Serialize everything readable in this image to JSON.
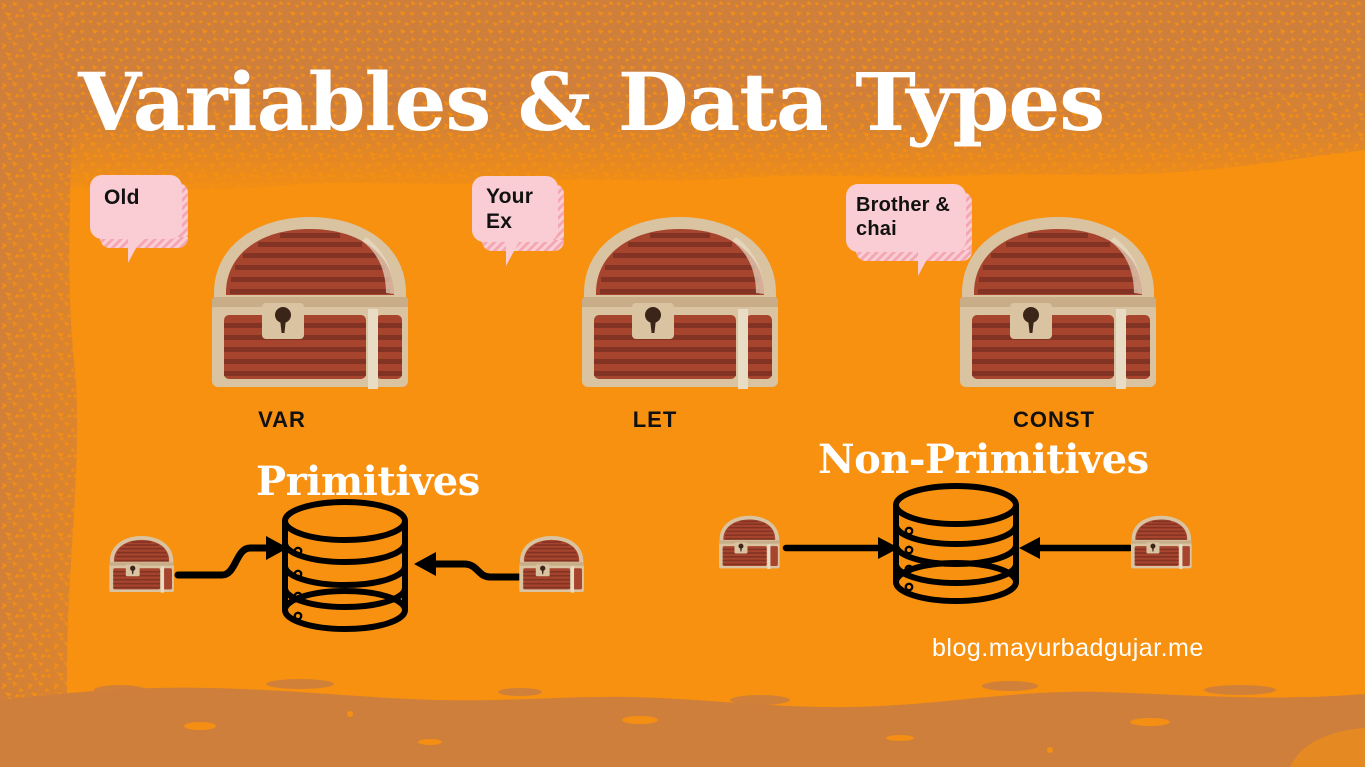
{
  "theme": {
    "background_orange": "#F7910F",
    "texture_orange": "#CF7F3C",
    "bubble_pink": "#F9CDD3",
    "bubble_hatch": "#F4A7B2",
    "text_white": "#FFFFFF",
    "text_black": "#111111",
    "chest_wood": "#A6442E",
    "chest_wood_dark": "#7E3122",
    "chest_frame": "#D9C3A1",
    "chest_frame_light": "#E8DCC4",
    "stroke_black": "#000000"
  },
  "header": {
    "title": "Variables & Data Types"
  },
  "keywords": [
    {
      "id": "var",
      "label": "VAR",
      "bubble": "Old",
      "bubble_lines": [
        "Old"
      ]
    },
    {
      "id": "let",
      "label": "LET",
      "bubble": "Your Ex",
      "bubble_lines": [
        "Your",
        "Ex"
      ]
    },
    {
      "id": "const",
      "label": "CONST",
      "bubble": "Brother & chai",
      "bubble_lines": [
        "Brother &",
        "chai"
      ]
    }
  ],
  "sections": [
    {
      "id": "primitives",
      "heading": "Primitives",
      "diagram": {
        "type": "database-cylinder",
        "bands": 4,
        "inputs": 2,
        "arrow_style": "stepped"
      }
    },
    {
      "id": "non-primitives",
      "heading": "Non-Primitives",
      "diagram": {
        "type": "database-cylinder",
        "bands": 4,
        "inputs": 2,
        "arrow_style": "straight"
      }
    }
  ],
  "footer": {
    "url": "blog.mayurbadgujar.me"
  },
  "icons": {
    "chest": "treasure-chest-icon",
    "database": "database-cylinder-icon",
    "arrow": "arrow-icon",
    "keyhole": "keyhole-icon"
  }
}
